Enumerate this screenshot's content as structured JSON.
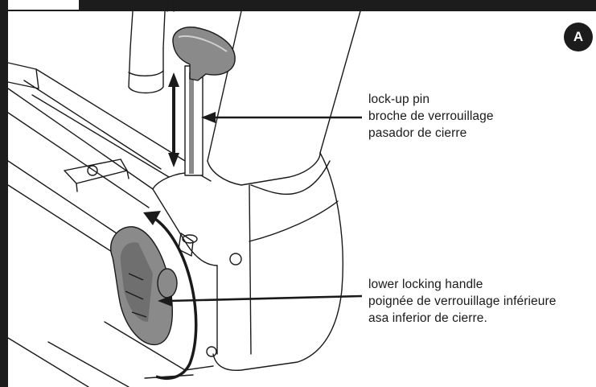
{
  "step_badge": "A",
  "callouts": {
    "lock_pin": {
      "en": "lock-up pin",
      "fr": "broche de verrouillage",
      "es": "pasador de cierre"
    },
    "lower_handle": {
      "en": "lower locking handle",
      "fr": "poignée de verrouillage inférieure",
      "es": "asa inferior de cierre."
    }
  },
  "colors": {
    "ink": "#1a1a1a",
    "paper": "#ffffff",
    "part_gray": "#8a8a8a",
    "frame": "#1c1c1c"
  }
}
